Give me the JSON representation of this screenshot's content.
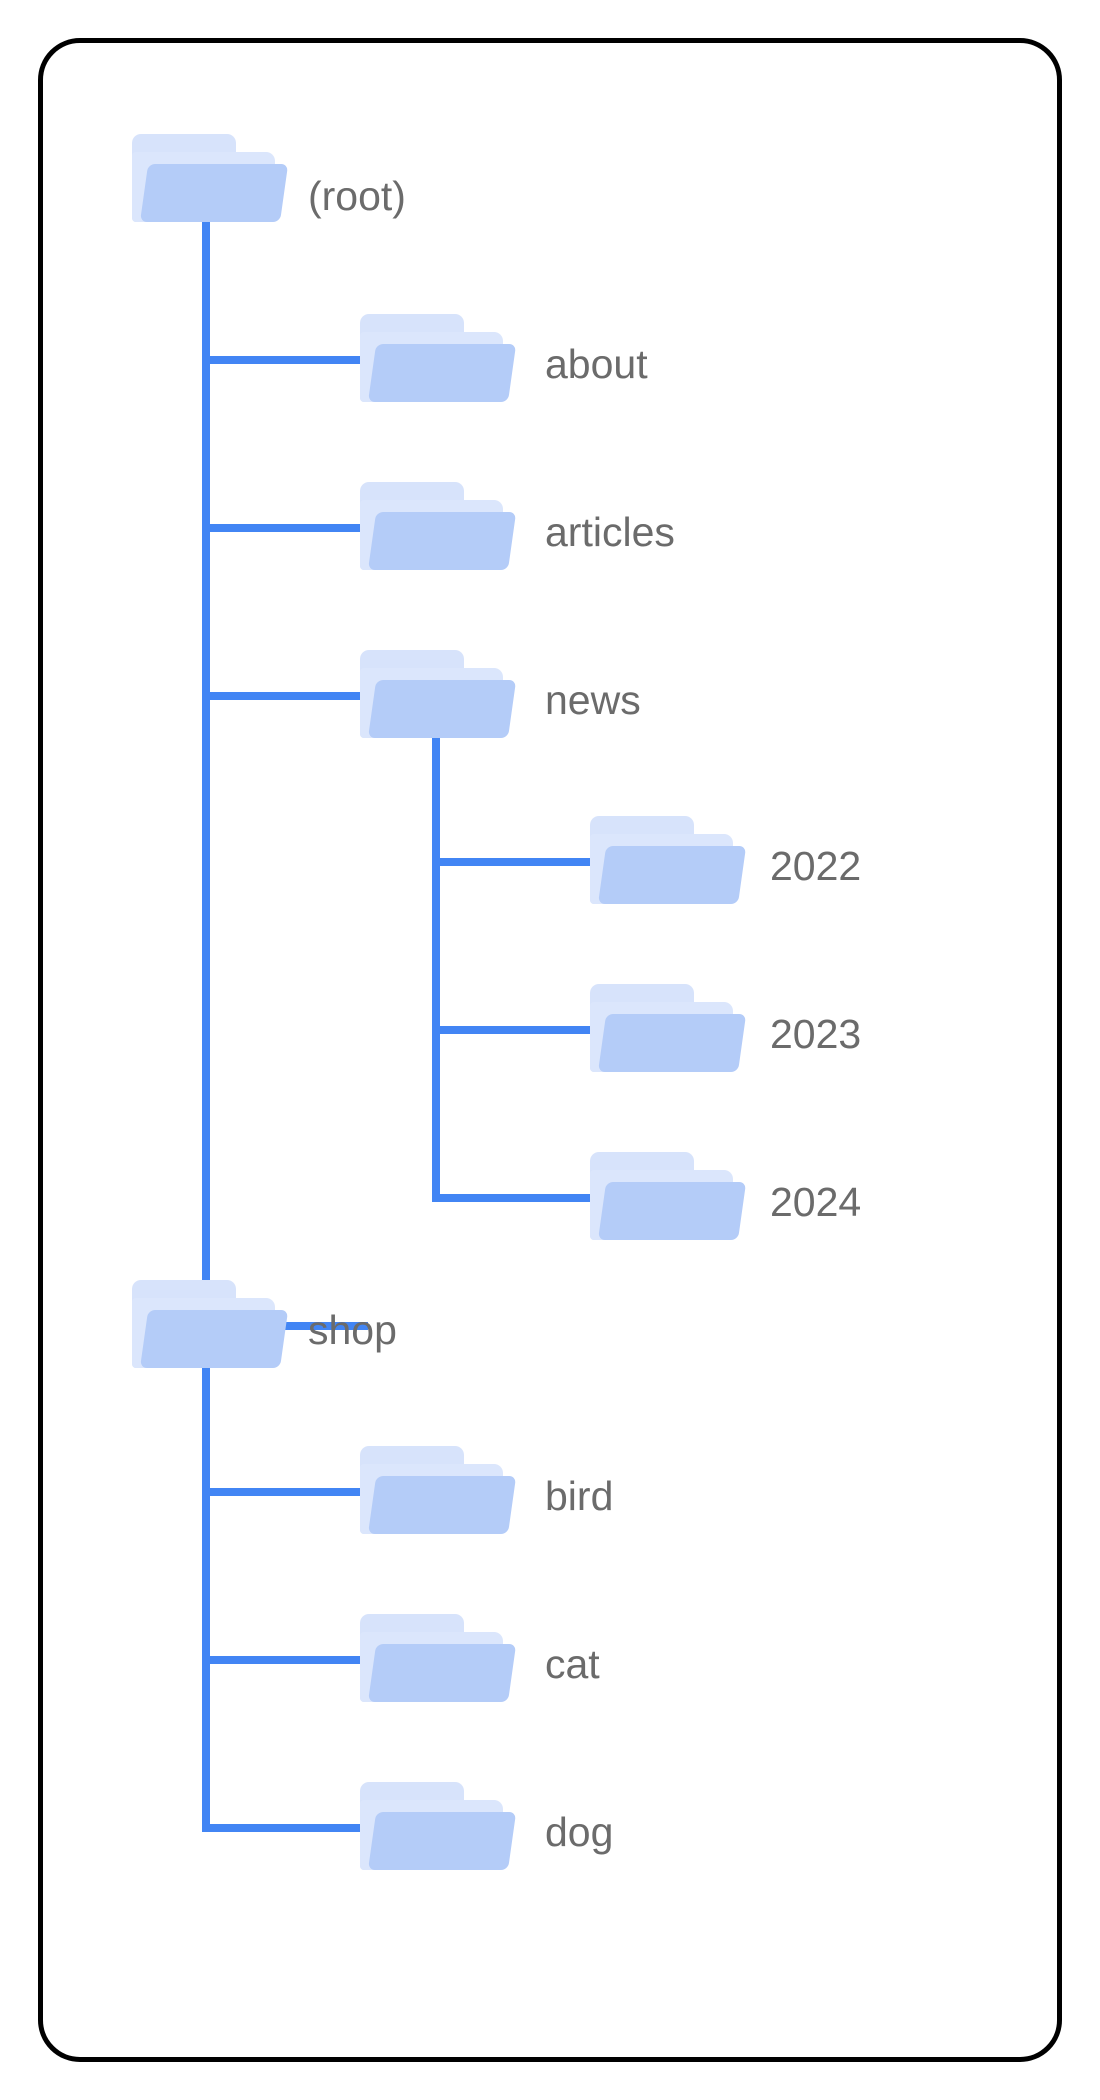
{
  "diagram": {
    "type": "folder-tree",
    "title_visible": false,
    "colors": {
      "card_border": "#000000",
      "card_background": "#ffffff",
      "connector_line": "#4285f4",
      "folder_front": "#b4ccf8",
      "folder_mid": "#dbe6fc",
      "folder_back": "#d7e3fb",
      "label_text": "#6b6b6b"
    },
    "nodes": [
      {
        "id": "root",
        "label": "(root)",
        "depth": 0,
        "icon": "folder-icon",
        "parent": null,
        "last_child": false
      },
      {
        "id": "about",
        "label": "about",
        "depth": 1,
        "icon": "folder-icon",
        "parent": "root",
        "last_child": false
      },
      {
        "id": "articles",
        "label": "articles",
        "depth": 1,
        "icon": "folder-icon",
        "parent": "root",
        "last_child": false
      },
      {
        "id": "news",
        "label": "news",
        "depth": 1,
        "icon": "folder-icon",
        "parent": "root",
        "last_child": false
      },
      {
        "id": "news2022",
        "label": "2022",
        "depth": 2,
        "icon": "folder-icon",
        "parent": "news",
        "last_child": false
      },
      {
        "id": "news2023",
        "label": "2023",
        "depth": 2,
        "icon": "folder-icon",
        "parent": "news",
        "last_child": false
      },
      {
        "id": "news2024",
        "label": "2024",
        "depth": 2,
        "icon": "folder-icon",
        "parent": "news",
        "last_child": true
      },
      {
        "id": "shop",
        "label": "shop",
        "depth": 1,
        "icon": "folder-icon",
        "parent": "root",
        "last_child": true
      },
      {
        "id": "bird",
        "label": "bird",
        "depth": 2,
        "icon": "folder-icon",
        "parent": "shop",
        "last_child": false
      },
      {
        "id": "cat",
        "label": "cat",
        "depth": 2,
        "icon": "folder-icon",
        "parent": "shop",
        "last_child": false
      },
      {
        "id": "dog",
        "label": "dog",
        "depth": 2,
        "icon": "folder-icon",
        "parent": "shop",
        "last_child": true
      }
    ],
    "labels": {
      "root": "(root)",
      "about": "about",
      "articles": "articles",
      "news": "news",
      "news2022": "2022",
      "news2023": "2023",
      "news2024": "2024",
      "shop": "shop",
      "bird": "bird",
      "cat": "cat",
      "dog": "dog"
    }
  }
}
